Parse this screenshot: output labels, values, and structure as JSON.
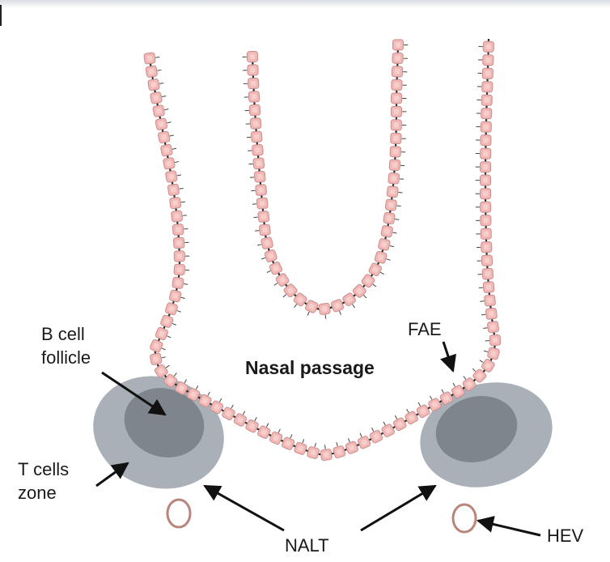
{
  "labels": {
    "b_cell": "B cell",
    "follicle": "follicle",
    "t_cells": "T cells",
    "zone": "zone",
    "fae": "FAE",
    "nasal_passage": "Nasal passage",
    "nalt": "NALT",
    "hev": "HEV"
  },
  "colors": {
    "cell_fill": "#f2b8b5",
    "cell_stroke": "#c98e8c",
    "membrane": "#2a2a2a",
    "t_zone": "#a9adb3",
    "b_follicle": "#7d8288",
    "hev": "#b9857a",
    "arrow": "#111111"
  }
}
